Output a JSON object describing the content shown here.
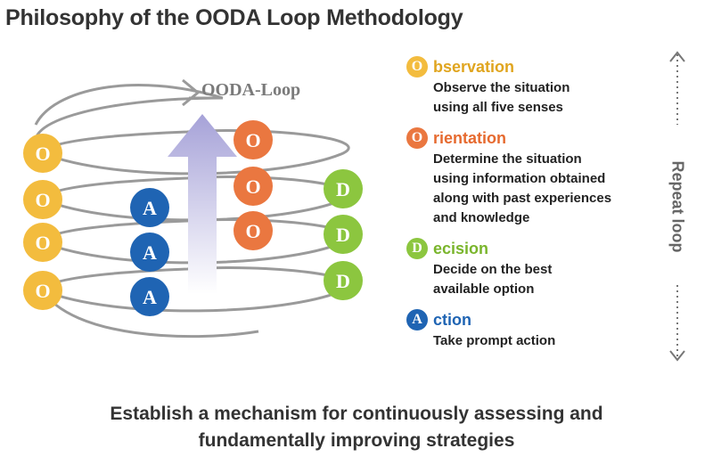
{
  "title": "Philosophy of the OODA Loop Methodology",
  "loop_label": "OODA-Loop",
  "colors": {
    "observation": "#f3bc3e",
    "orientation": "#ea7740",
    "decision": "#8cc63f",
    "action": "#1f64b3",
    "ring": "#9a9a9a",
    "arrow": "#b3b0dc"
  },
  "nodes": {
    "observation_letter": "O",
    "orientation_letter": "O",
    "decision_letter": "D",
    "action_letter": "A"
  },
  "legend": [
    {
      "letter": "O",
      "term": "bservation",
      "desc": [
        "Observe the situation",
        "using all five senses"
      ]
    },
    {
      "letter": "O",
      "term": "rientation",
      "desc": [
        "Determine the situation",
        "using information obtained",
        "along with past experiences",
        "and knowledge"
      ]
    },
    {
      "letter": "D",
      "term": "ecision",
      "desc": [
        "Decide on the best",
        "available option"
      ]
    },
    {
      "letter": "A",
      "term": "ction",
      "desc": [
        "Take prompt action"
      ]
    }
  ],
  "repeat_label": "Repeat loop",
  "bottom_text": [
    "Establish a mechanism for continuously assessing and",
    "fundamentally improving strategies"
  ]
}
